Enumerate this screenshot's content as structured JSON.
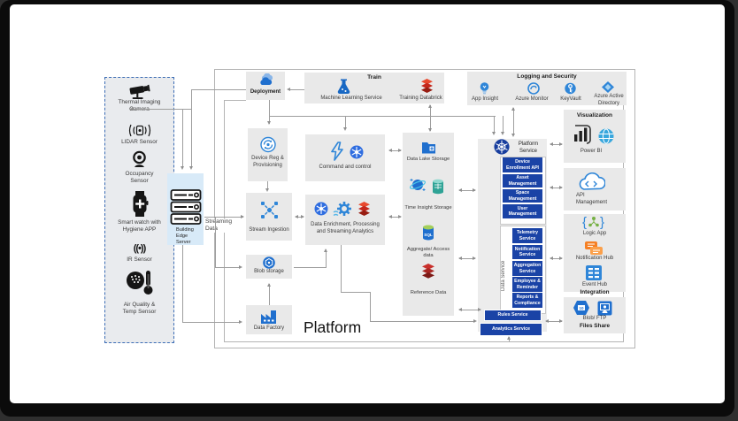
{
  "sensors": {
    "items": [
      {
        "icon": "thermal-camera-icon",
        "label": "Thermal Imaging Camera"
      },
      {
        "icon": "lidar-sensor-icon",
        "label": "LIDAR Sensor"
      },
      {
        "icon": "occupancy-sensor-icon",
        "label": "Occupancy Sensor"
      },
      {
        "icon": "smart-watch-icon",
        "label": "Smart watch with Hygiene APP"
      },
      {
        "icon": "ir-sensor-icon",
        "label": "IR Sensor",
        "glyph": "((•))"
      },
      {
        "icon": "air-quality-icon",
        "label": "Air Quality &  Temp Sensor"
      }
    ]
  },
  "edge_server": {
    "label": "Building Edge Server"
  },
  "flows": {
    "streaming_data": "Streaming Data"
  },
  "platform": {
    "label": "Platform"
  },
  "nodes": {
    "deployment": "Deployment",
    "train": {
      "title": "Train",
      "ml": "Machine Learning Service",
      "databrick": "Training Databrick"
    },
    "logging": {
      "title": "Logging and Security",
      "app_insight": "App Insight",
      "azure_monitor": "Azure Monitor",
      "key_vault": "KeyVault",
      "azure_ad": "Azure Active Directory"
    },
    "device_reg": "Device Reg & Provisioning",
    "command": "Command and control",
    "stream_ingestion": "Stream Ingestion",
    "enrichment": "Data Enrichment, Processing and Streaming Analytics",
    "blob_storage": "Blob storage",
    "data_factory": "Data Factory",
    "data_lake": {
      "lake": "Data Lake Storage",
      "time_insight": "Time Insight Storage",
      "aggregate": "Aggregate/ Access data",
      "reference": "Reference Data"
    },
    "platform_service": {
      "title": "Platform Service",
      "buttons": [
        "Device Enrollment API",
        "Asset Management",
        "Space Management",
        "User Management"
      ],
      "data_service_label": "Data Service",
      "data_buttons": [
        "Telemetry Service",
        "Notification Service",
        "Aggregation Service",
        "Employee & Reminder",
        "Reports & Compliance"
      ],
      "rules": "Rules Service",
      "analytics": "Analytics Service"
    },
    "visualization": {
      "title": "Visualization",
      "power_bi": "Power BI"
    },
    "api_management": "API Management",
    "integration_box": {
      "logic_app": "Logic App",
      "notification_hub": "Notification Hub",
      "event_hub": "Event Hub",
      "title": "Integration"
    },
    "files_share": {
      "blob_ftp": "Blob/ FTP",
      "title": "Files Share"
    }
  },
  "colors": {
    "azure_blue": "#2f86d8",
    "button_blue": "#1a43a6",
    "databricks_red": "#d1301f",
    "notification_orange": "#f58025",
    "edge_server_bg": "#d8eaf8"
  }
}
